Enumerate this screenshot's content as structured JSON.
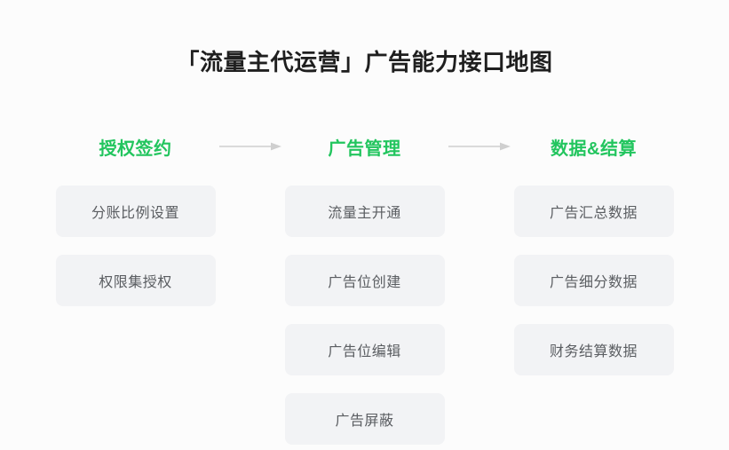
{
  "page": {
    "background_color": "#fcfcfc",
    "title": "「流量主代运营」广告能力接口地图"
  },
  "accent": {
    "header_green": "#22c55e",
    "card_background": "#f2f3f5",
    "card_text": "#5a5d61",
    "arrow_color": "#cfcfcf"
  },
  "flow": {
    "columns": [
      {
        "header": "授权签约",
        "cards": [
          {
            "label": "分账比例设置"
          },
          {
            "label": "权限集授权"
          }
        ]
      },
      {
        "header": "广告管理",
        "cards": [
          {
            "label": "流量主开通"
          },
          {
            "label": "广告位创建"
          },
          {
            "label": "广告位编辑"
          },
          {
            "label": "广告屏蔽"
          }
        ]
      },
      {
        "header": "数据&结算",
        "cards": [
          {
            "label": "广告汇总数据"
          },
          {
            "label": "广告细分数据"
          },
          {
            "label": "财务结算数据"
          }
        ]
      }
    ],
    "connectors": [
      {
        "icon": "arrow-right-icon",
        "from": "授权签约",
        "to": "广告管理"
      },
      {
        "icon": "arrow-right-icon",
        "from": "广告管理",
        "to": "数据&结算"
      }
    ]
  }
}
